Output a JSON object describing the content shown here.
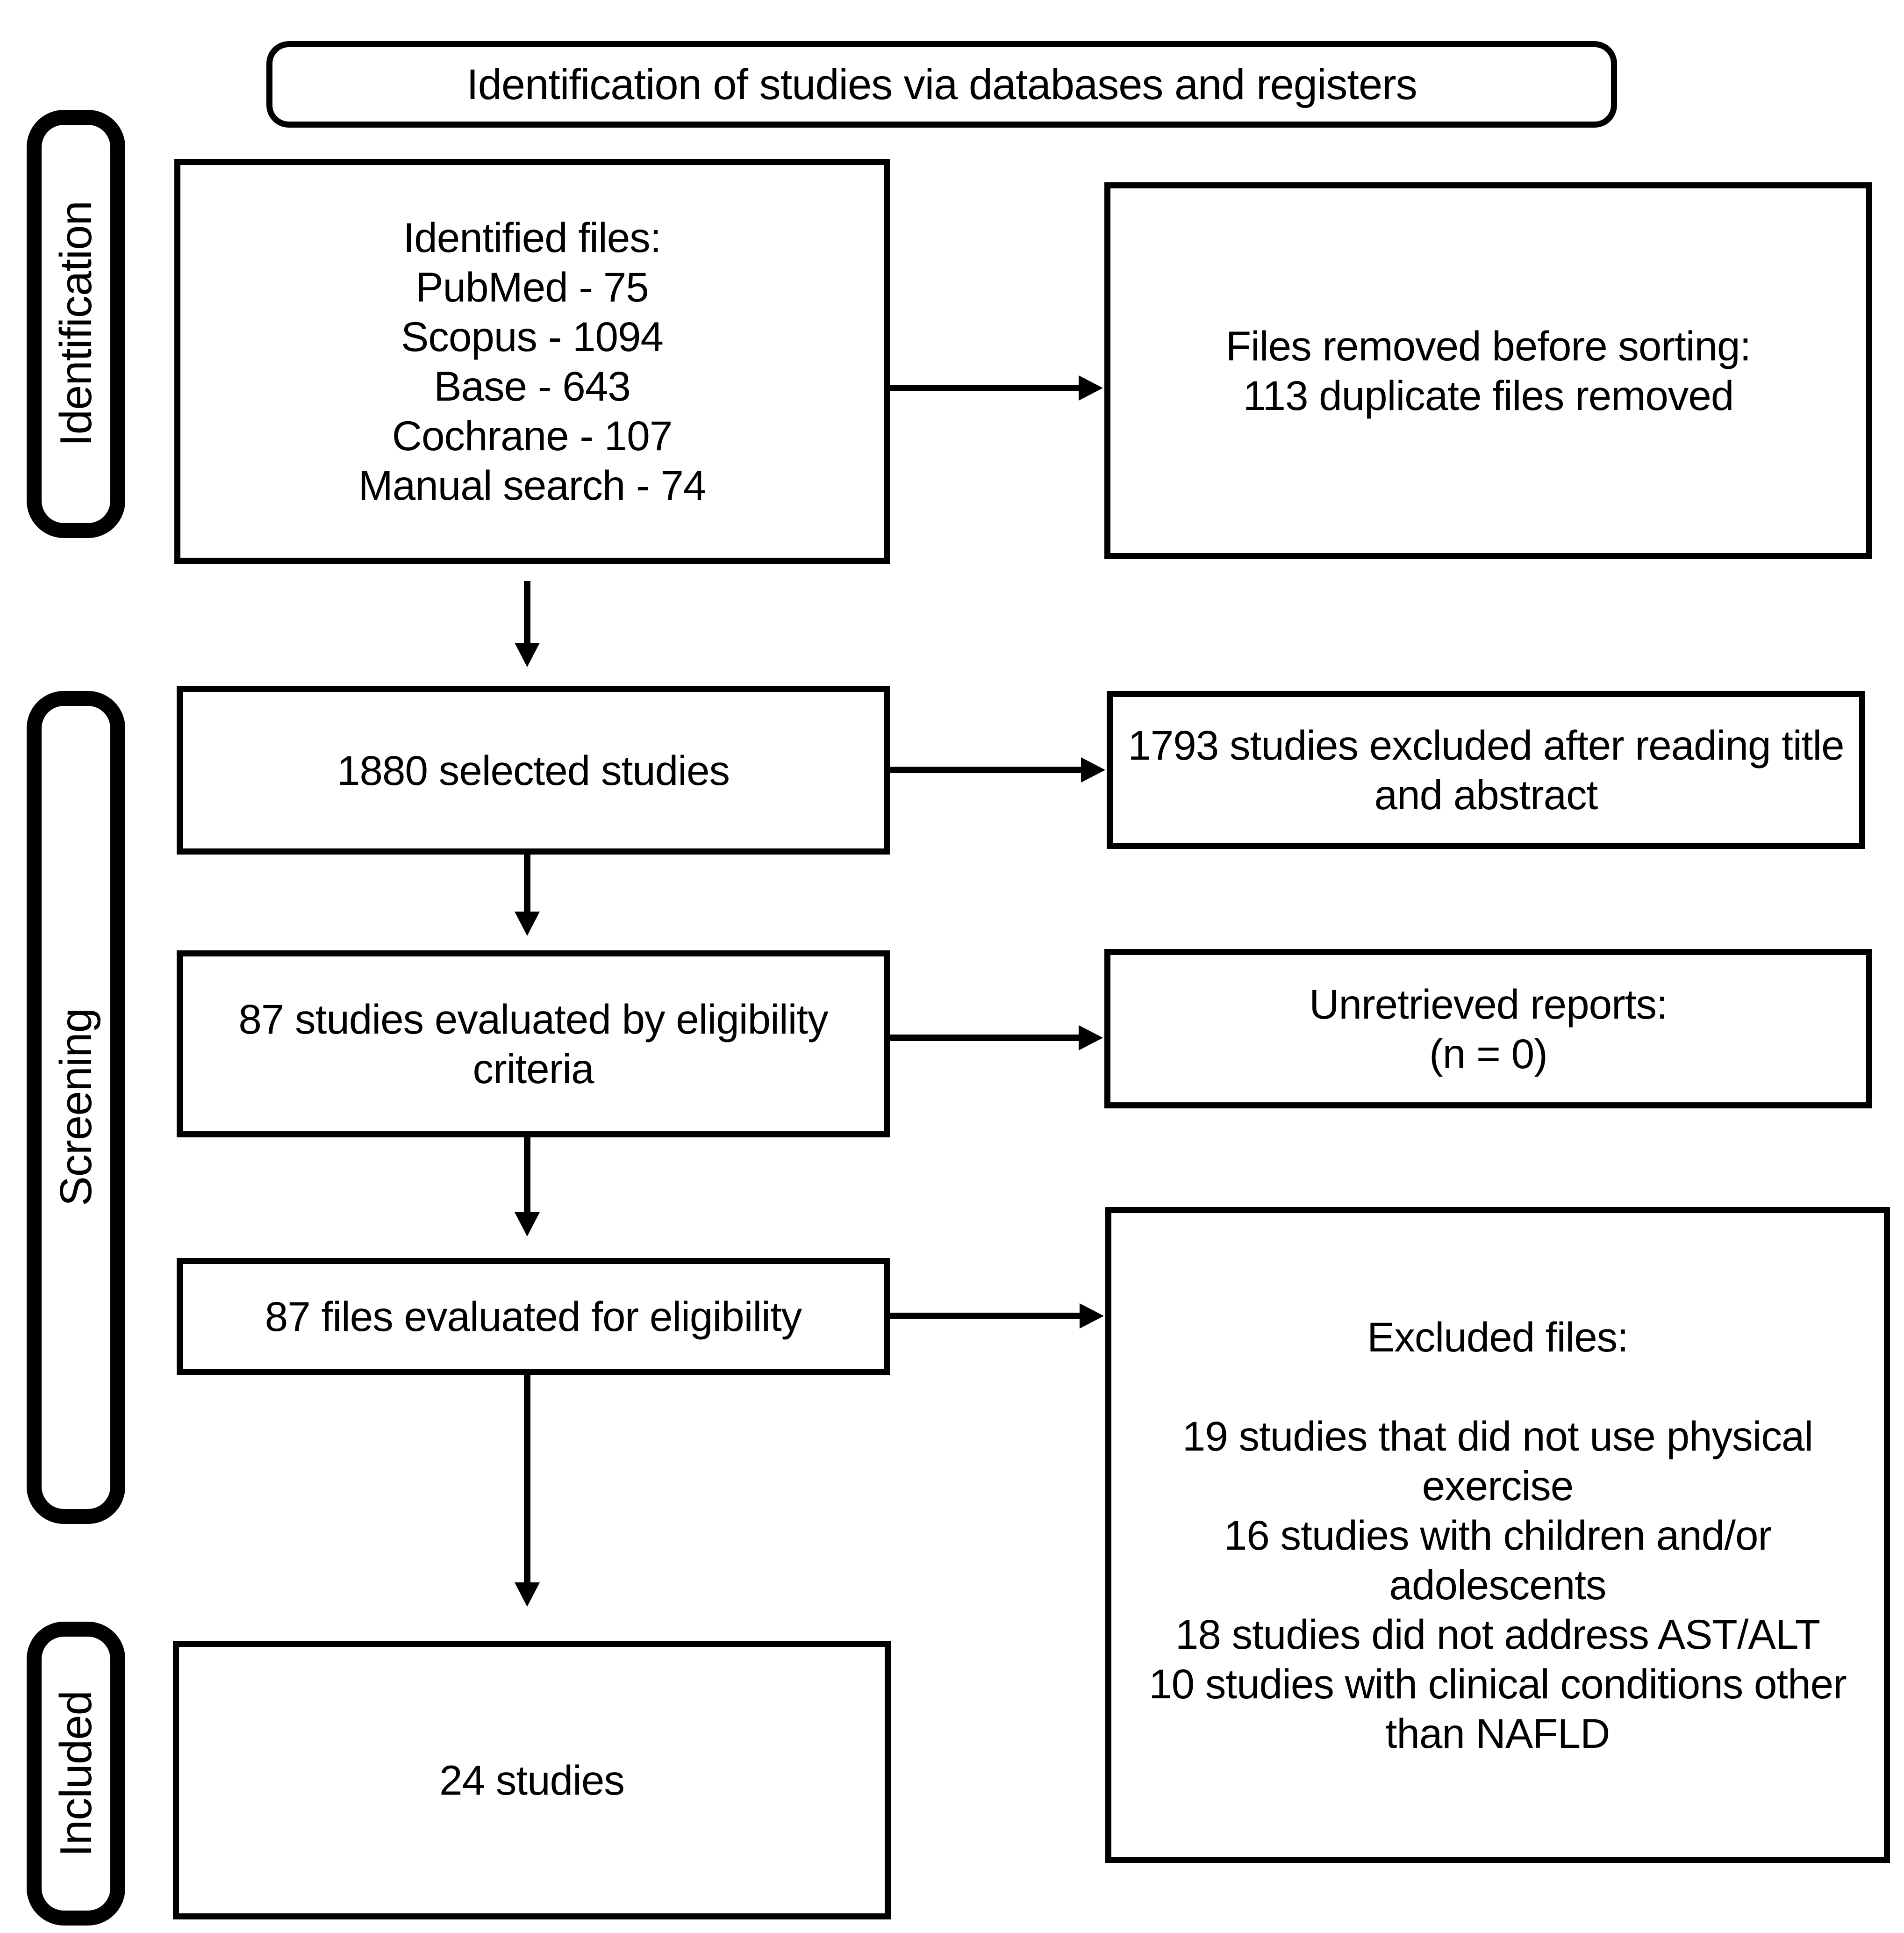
{
  "colors": {
    "ink": "#000000",
    "background": "#ffffff"
  },
  "header": {
    "title": "Identification of studies via databases and registers"
  },
  "side_labels": {
    "identification": "Identification",
    "screening": "Screening",
    "included": "Included"
  },
  "flow": {
    "identified_files": "Identified files:\nPubMed - 75\nScopus - 1094\nBase - 643\nCochrane - 107\nManual search - 74",
    "files_removed": "Files removed before sorting:\n113 duplicate files removed",
    "selected_studies": "1880 selected studies",
    "excluded_title_abstract": "1793 studies excluded after reading title\nand abstract",
    "evaluated_by_criteria": "87 studies evaluated by eligibility\ncriteria",
    "unretrieved_reports": "Unretrieved reports:\n(n = 0)",
    "evaluated_for_eligibility": "87 files evaluated for eligibility",
    "excluded_files": "Excluded files:\n\n19 studies that did not use physical\nexercise\n16 studies with children and/or\nadolescents\n18 studies did not address AST/ALT\n10 studies with clinical conditions other\nthan NAFLD",
    "included_studies": "24 studies"
  }
}
